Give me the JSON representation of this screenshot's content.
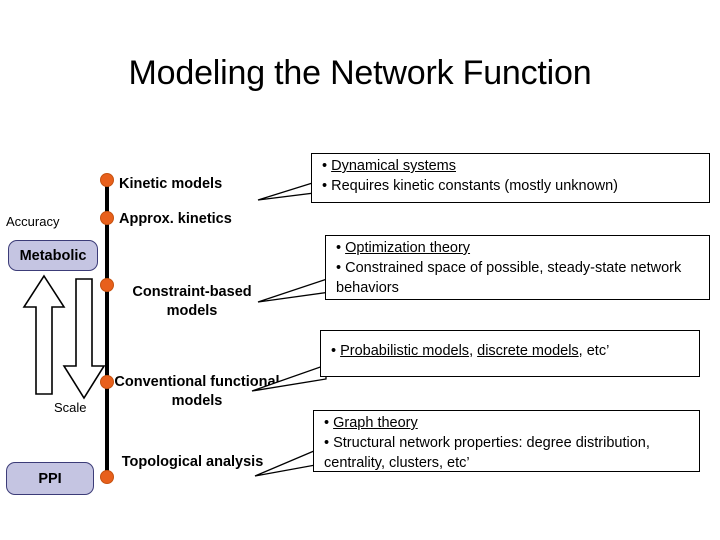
{
  "slide": {
    "title": "Modeling the Network Function",
    "background_color": "#FFFFFF",
    "dot_color": "#E8601C",
    "scale_box_fill": "#C5C5E2",
    "scale_box_border": "#3C3C78"
  },
  "axis": {
    "accuracy_label": "Accuracy",
    "scale_label": "Scale",
    "top_box_label": "Metabolic",
    "bottom_box_label": "PPI"
  },
  "tiers": [
    {
      "label": "Kinetic models"
    },
    {
      "label": "Approx. kinetics"
    },
    {
      "label": "Constraint-based models"
    },
    {
      "label": "Conventional functional models"
    },
    {
      "label": "Topological analysis"
    }
  ],
  "callouts": [
    {
      "id": "kinetic-callout",
      "lines": [
        {
          "bullet": "•",
          "underlined": "Dynamical systems",
          "rest": ""
        },
        {
          "bullet": "•",
          "underlined": "",
          "rest": "Requires kinetic constants (mostly unknown)"
        }
      ]
    },
    {
      "id": "constraint-callout",
      "lines": [
        {
          "bullet": "•",
          "underlined": "Optimization theory",
          "rest": ""
        },
        {
          "bullet": "•",
          "underlined": "",
          "rest": "Constrained space of possible, steady-state network behaviors"
        }
      ]
    },
    {
      "id": "conventional-callout",
      "lines": [
        {
          "bullet": "•",
          "underlined": "Probabilistic models",
          "mid": ", ",
          "underlined2": "discrete models",
          "rest": ", etc’"
        }
      ]
    },
    {
      "id": "topological-callout",
      "lines": [
        {
          "bullet": "•",
          "underlined": "Graph theory",
          "rest": ""
        },
        {
          "bullet": "•",
          "underlined": "",
          "rest": "Structural network properties: degree distribution, centrality, clusters, etc’"
        }
      ]
    }
  ]
}
